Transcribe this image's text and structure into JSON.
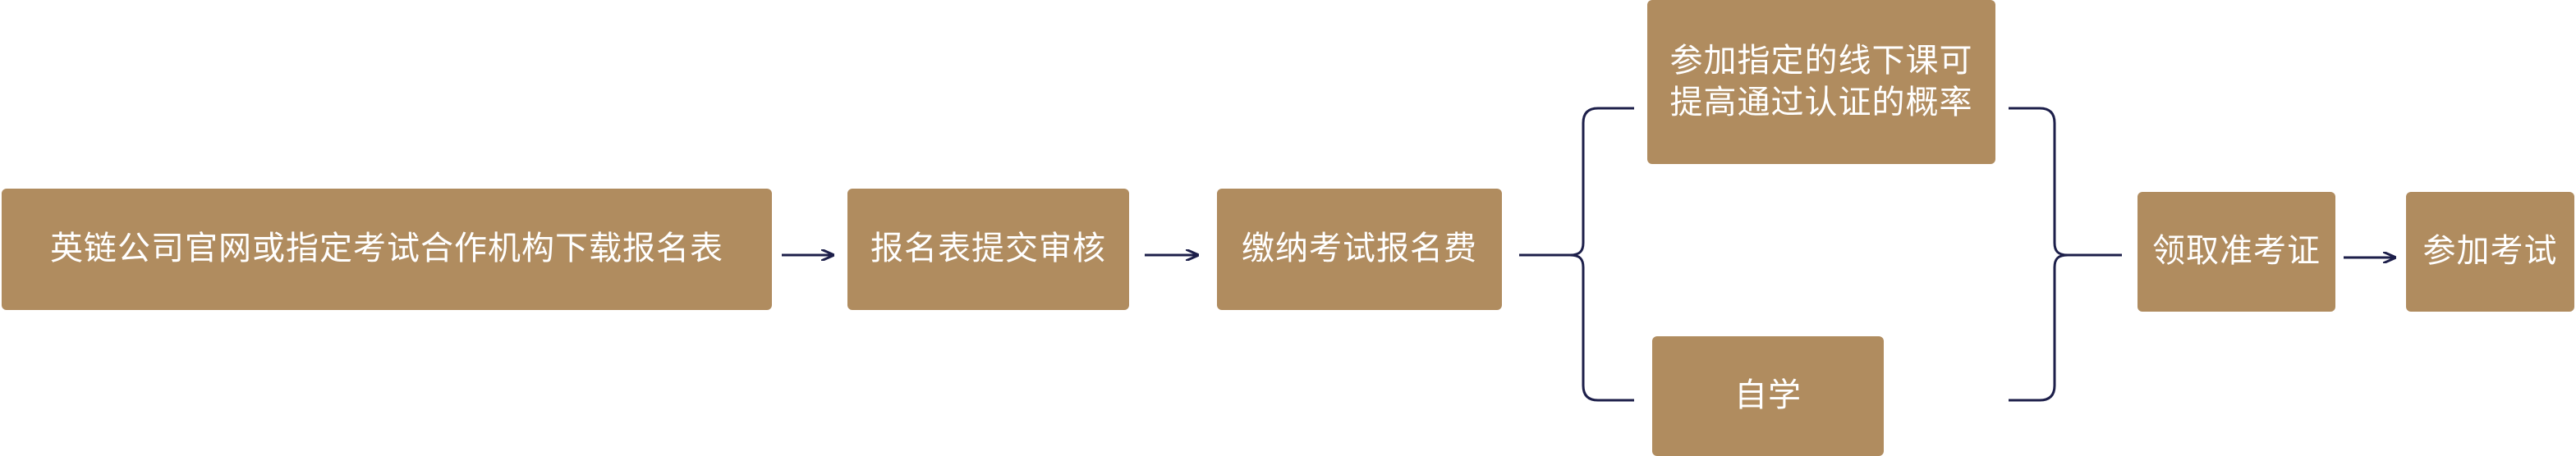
{
  "steps": {
    "download": "英链公司官网或指定考试合作机构下载报名表",
    "submit_review": "报名表提交审核",
    "pay_fee": "缴纳考试报名费",
    "offline_course": "参加指定的线下课可\n提高通过认证的概率",
    "self_study": "自学",
    "get_ticket": "领取准考证",
    "take_exam": "参加考试"
  },
  "colors": {
    "box_fill": "#b08c5f",
    "box_text": "#ffffff",
    "connector": "#1d1f4a"
  }
}
